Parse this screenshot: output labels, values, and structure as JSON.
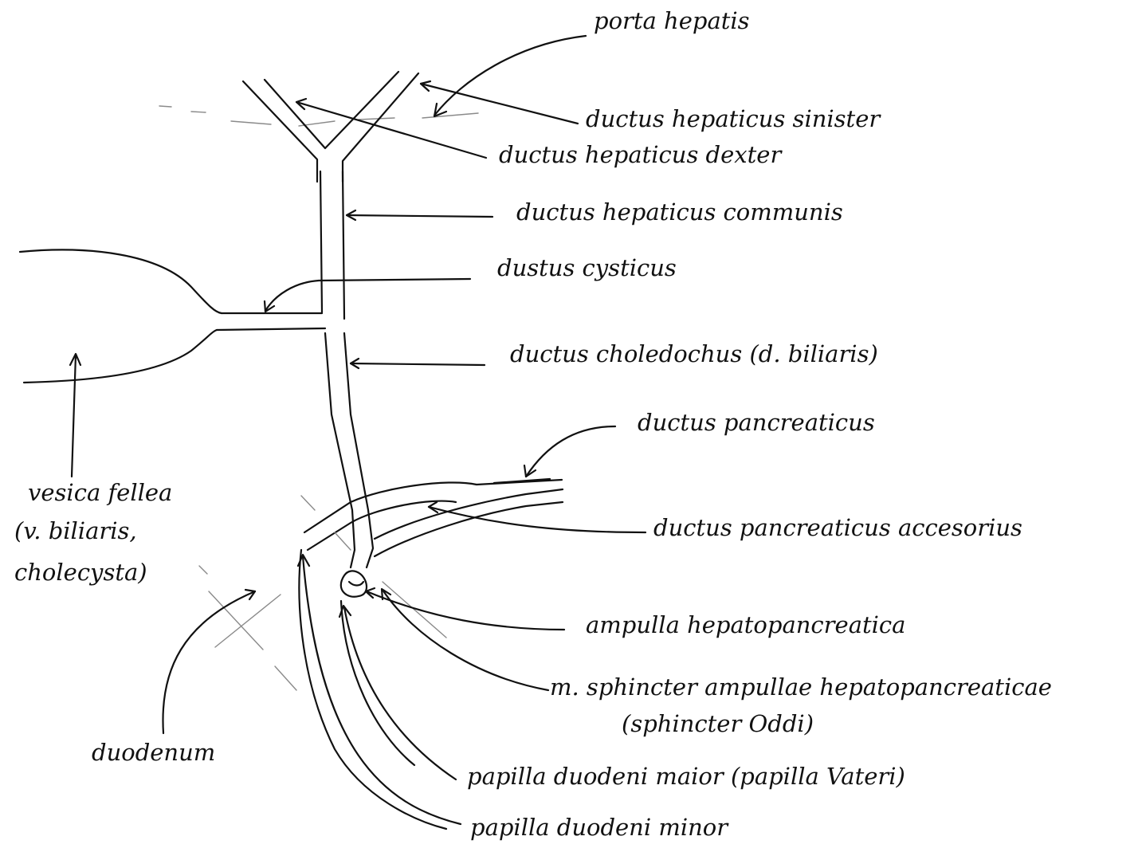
{
  "labels": {
    "porta_hepatis": "porta hepatis",
    "ductus_hepaticus_sinister": "ductus hepaticus sinister",
    "ductus_hepaticus_dexter": "ductus hepaticus dexter",
    "ductus_hepaticus_communis": "ductus hepaticus communis",
    "ductus_cysticus": "dustus cysticus",
    "ductus_choledochus": "ductus choledochus (d. biliaris)",
    "ductus_pancreaticus": "ductus pancreaticus",
    "ductus_pancreaticus_accessorius": "ductus pancreaticus accesorius",
    "vesica_fellea_line1": "vesica fellea",
    "vesica_fellea_line2": "(v. biliaris,",
    "vesica_fellea_line3": "cholecysta)",
    "ampulla": "ampulla hepatopancreatica",
    "sphincter_line1": "m. sphincter ampullae hepatopancreaticae",
    "sphincter_line2": "(sphincter Oddi)",
    "papilla_maior": "papilla duodeni maior (papilla Vateri)",
    "papilla_minor": "papilla duodeni minor",
    "duodenum": "duodenum"
  },
  "style": {
    "ink": "#111111",
    "background": "#ffffff"
  }
}
